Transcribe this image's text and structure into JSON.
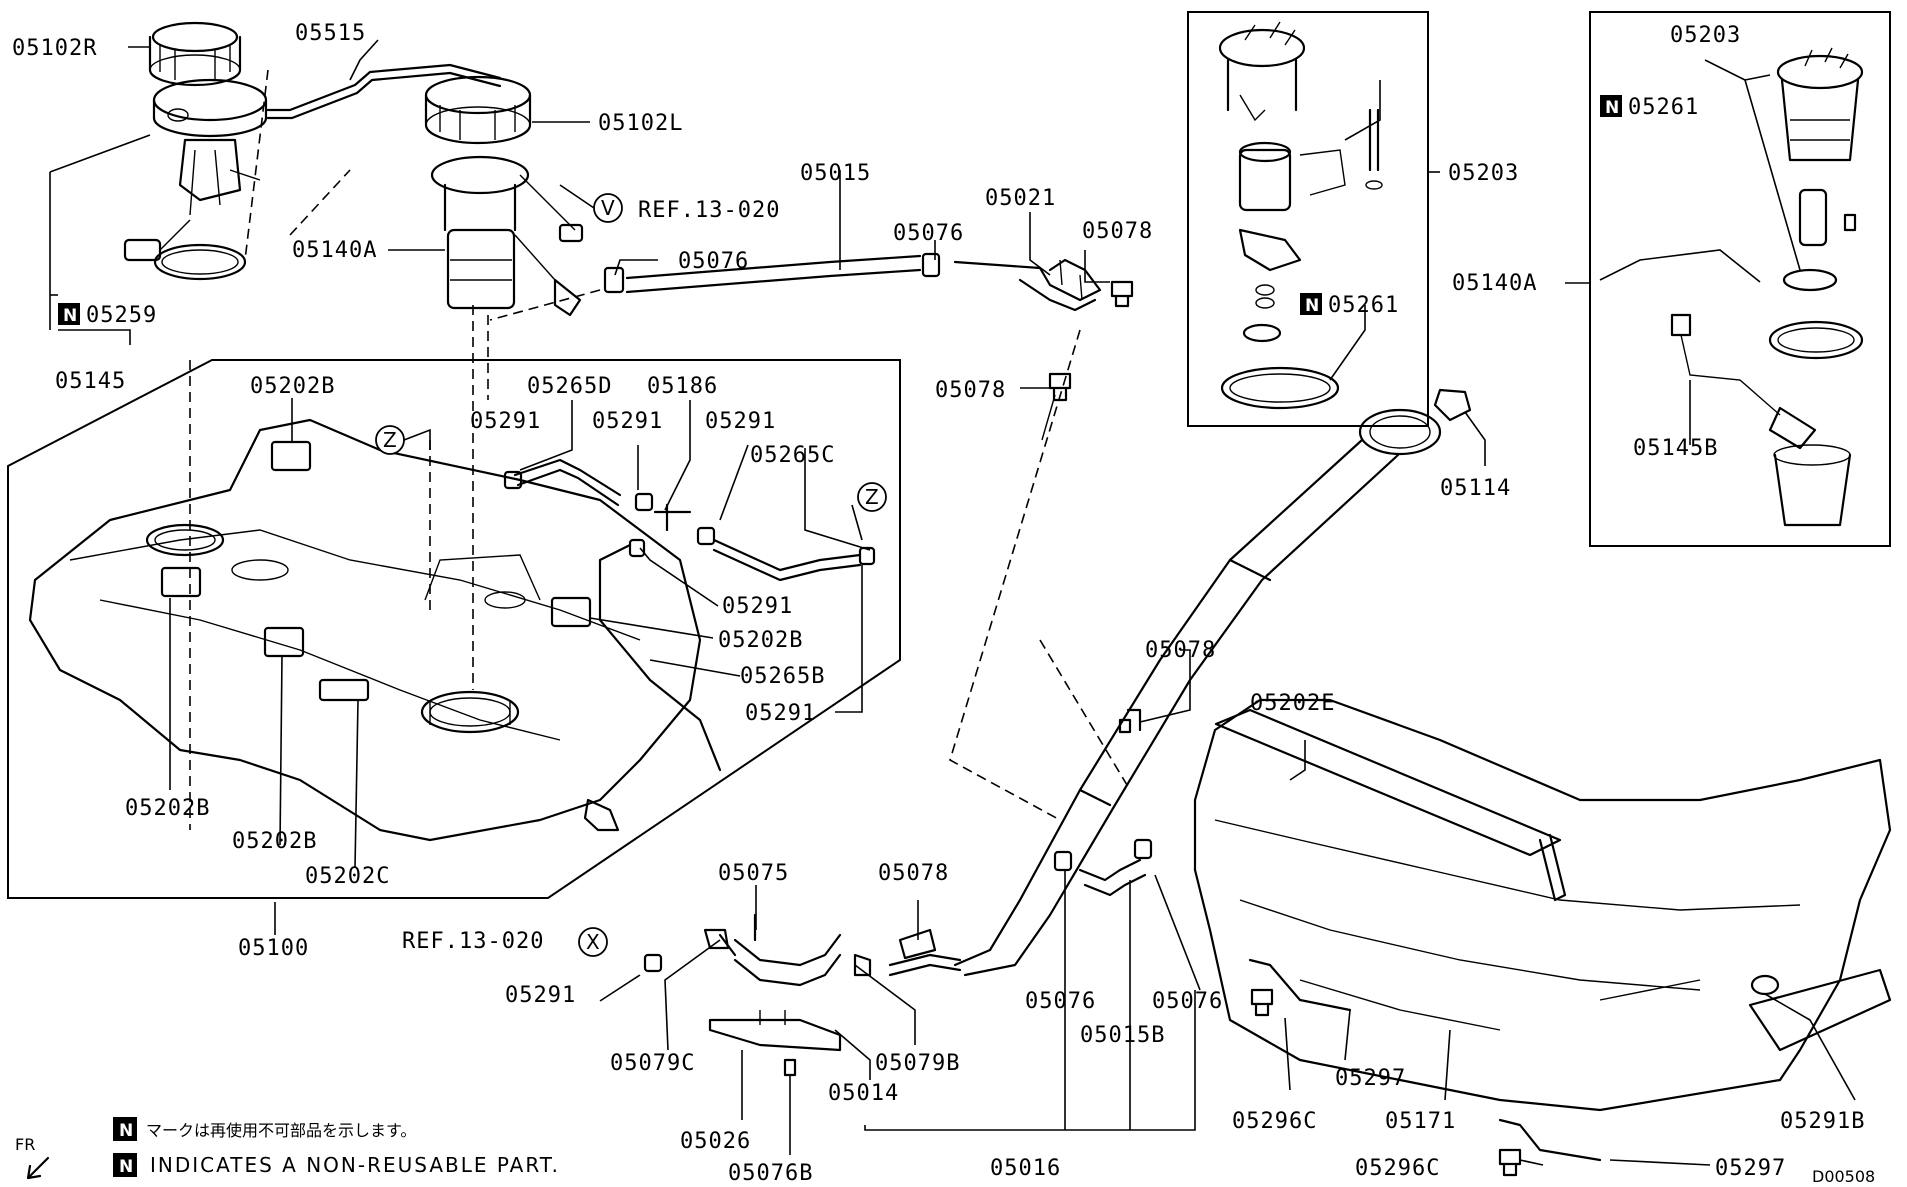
{
  "labels": [
    "05102R",
    "05515",
    "05102L",
    "05140A",
    "05015",
    "05021",
    "05076",
    "05078",
    "05203",
    "05261",
    "05259",
    "05145",
    "05202B",
    "05265D",
    "05186",
    "05291",
    "05265C",
    "05114",
    "05140A",
    "05145B",
    "05202E",
    "05265B",
    "05202C",
    "05100",
    "05075",
    "05079C",
    "05079B",
    "05014",
    "05026",
    "05076B",
    "05016",
    "05015B",
    "05297",
    "05296C",
    "05171",
    "05291B"
  ],
  "callouts": {
    "p05102R": "05102R",
    "p05515": "05515",
    "p05102L": "05102L",
    "p05140A_l": "05140A",
    "p05015": "05015",
    "p05021": "05021",
    "p05076_a": "05076",
    "p05078_a": "05078",
    "p05076_b": "05076",
    "p05078_b": "05078",
    "p05203_a": "05203",
    "p05261_a": "05261",
    "p05203_b": "05203",
    "p05261_b": "05261",
    "p05140A_r": "05140A",
    "p05145B": "05145B",
    "p05259": "05259",
    "p05145": "05145",
    "p05202B_a": "05202B",
    "p05265D": "05265D",
    "p05186": "05186",
    "p05291_a": "05291",
    "p05291_b": "05291",
    "p05291_c": "05291",
    "p05265C": "05265C",
    "p05291_d": "05291",
    "p05202B_b": "05202B",
    "p05265B": "05265B",
    "p05291_e": "05291",
    "p05114": "05114",
    "p05078_c": "05078",
    "p05202E": "05202E",
    "p05202B_c": "05202B",
    "p05202B_d": "05202B",
    "p05202C": "05202C",
    "p05100": "05100",
    "p05291_f": "05291",
    "p05075": "05075",
    "p05078_d": "05078",
    "p05079C": "05079C",
    "p05079B": "05079B",
    "p05014": "05014",
    "p05026": "05026",
    "p05076B": "05076B",
    "p05016": "05016",
    "p05076_c": "05076",
    "p05015B": "05015B",
    "p05076_d": "05076",
    "p05297_a": "05297",
    "p05296C_a": "05296C",
    "p05171": "05171",
    "p05291B": "05291B",
    "p05296C_b": "05296C",
    "p05297_b": "05297"
  },
  "refs": {
    "ref_v": "REF.13-020",
    "ref_x": "REF.13-020",
    "circle_v": "V",
    "circle_x": "X",
    "circle_z1": "Z",
    "circle_z2": "Z"
  },
  "notes": {
    "n_badge": "N",
    "note_jp": "マークは再使用不可部品を示します。",
    "note_en": "INDICATES A NON-REUSABLE PART.",
    "fr": "FR",
    "code": "D00508"
  }
}
